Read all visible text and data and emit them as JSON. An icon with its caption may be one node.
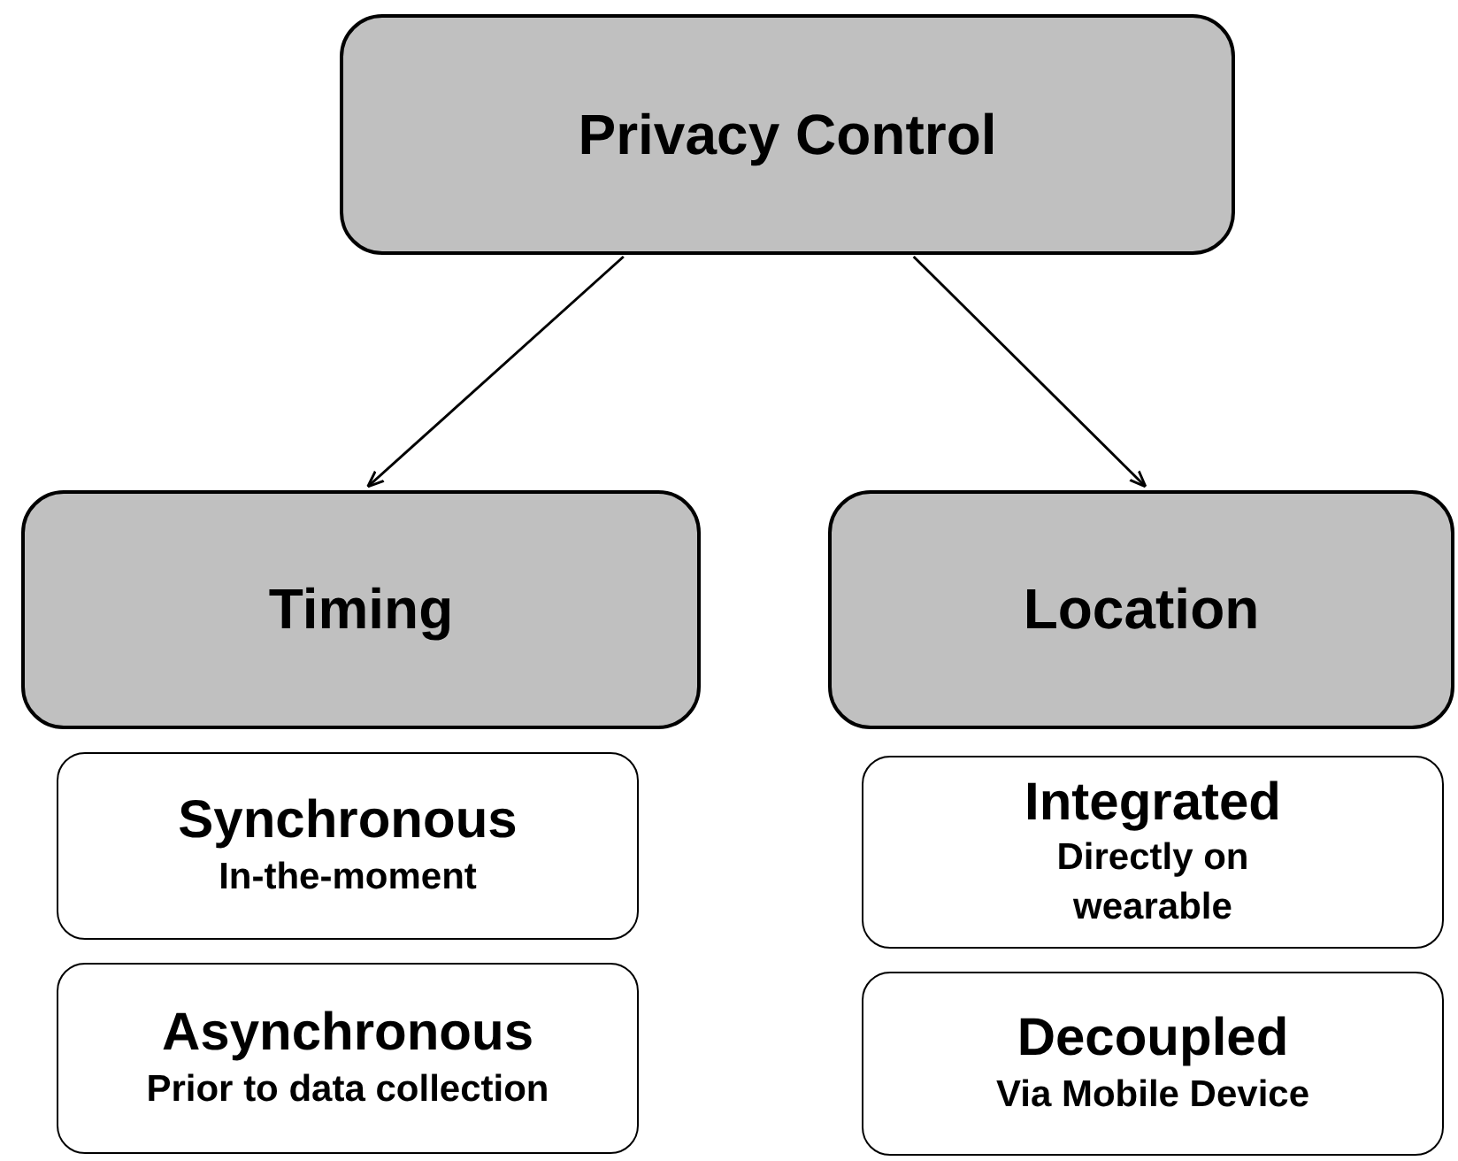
{
  "diagram": {
    "nodes": [
      {
        "text": [
          "Privacy Control"
        ]
      },
      {
        "text": [
          "Timing"
        ]
      },
      {
        "text": [
          "Location"
        ]
      },
      {
        "text": [
          "Synchronous",
          "In-the-moment"
        ]
      },
      {
        "text": [
          "Asynchronous",
          "Prior to data collection"
        ]
      },
      {
        "text": [
          "Integrated",
          "Directly on wearable"
        ]
      },
      {
        "text": [
          "Decoupled",
          "Via Mobile Device"
        ]
      }
    ],
    "edges": [
      {
        "from": 0,
        "to": 1,
        "arrow": "to"
      },
      {
        "from": 0,
        "to": 2,
        "arrow": "to"
      }
    ]
  }
}
